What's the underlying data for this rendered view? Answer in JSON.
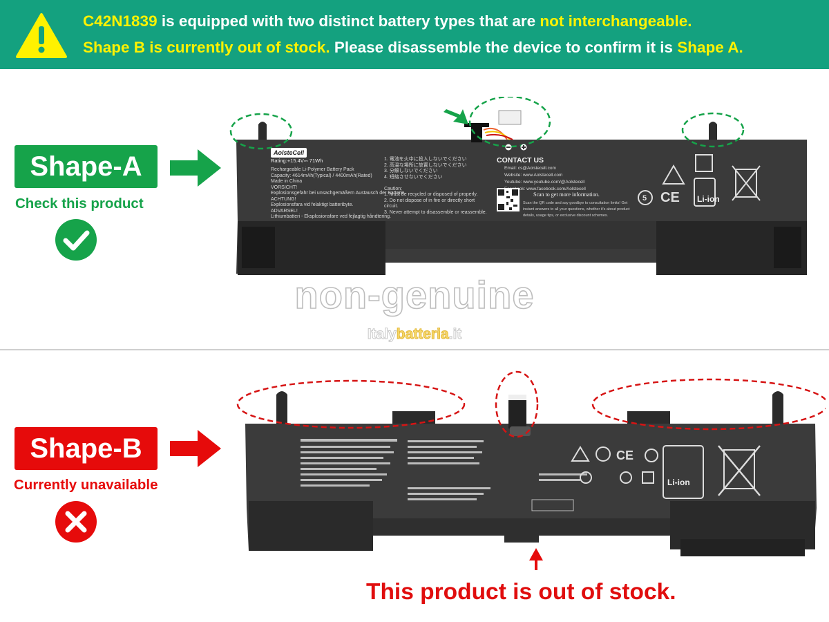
{
  "banner": {
    "line1": {
      "model": "C42N1839",
      "text": " is equipped with two distinct battery types that are ",
      "emphasis": "not interchangeable."
    },
    "line2": {
      "emphasis1": "Shape B is currently out of stock.",
      "text": " Please disassemble the device to confirm it is ",
      "emphasis2": "Shape A."
    },
    "icon": "warning-triangle-icon",
    "colors": {
      "background": "#14a17f",
      "highlight": "#fff200"
    }
  },
  "shape_a": {
    "tag": "Shape-A",
    "note": "Check this product",
    "status_icon": "check-circle-icon",
    "color": "#16a34a",
    "battery_label": {
      "brand": "AolsteCell",
      "rating": "Rating:+15.4V⎓ 71Wh",
      "contact_title": "CONTACT US",
      "contact_lines": [
        "Email: cs@Aolstecell.com",
        "Website: www.Aolstecell.com",
        "Youtube: www.youtube.com/@Aolstecell",
        "Facebook: www.facebook.com/Aolstecell"
      ],
      "scan_text": "Scan to get more information.",
      "chemistry": "Li-ion"
    }
  },
  "shape_b": {
    "tag": "Shape-B",
    "note": "Currently unavailable",
    "status_icon": "x-circle-icon",
    "color": "#e60b0b",
    "battery_label": {
      "chemistry": "Li-ion"
    }
  },
  "watermark": {
    "text": "non-genuine",
    "site_prefix": "Italy",
    "site_middle": "batteria",
    "site_suffix": ".it"
  },
  "footer": {
    "out_of_stock": "This product is out of stock."
  }
}
